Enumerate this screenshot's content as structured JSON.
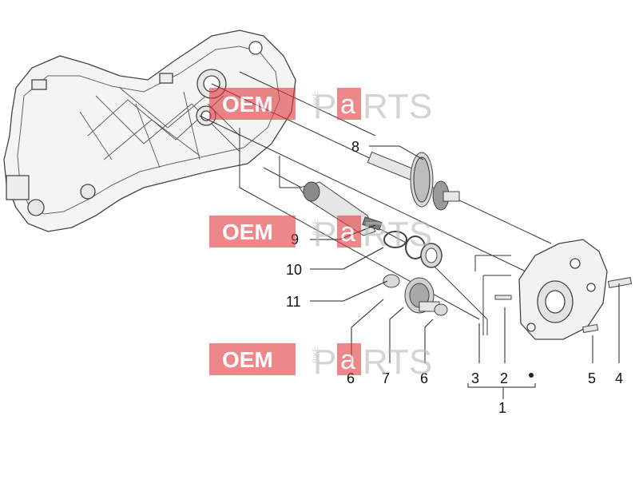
{
  "watermark": {
    "brand_left": "OEM",
    "brand_mid": "BIKE",
    "brand_p": "P",
    "brand_a": "a",
    "brand_rest": "RTS",
    "red": "#e03a3e",
    "gray": "#b8b8b8"
  },
  "callouts": {
    "c1": "1",
    "c2": "2",
    "c3": "3",
    "c4": "4",
    "c5": "5",
    "c6a": "6",
    "c6b": "6",
    "c7": "7",
    "c8": "8",
    "c9": "9",
    "c10": "10",
    "c11": "11"
  },
  "colors": {
    "line": "#333333",
    "part_stroke": "#444444",
    "part_fill": "#f2f2f2",
    "shade": "#9a9a9a"
  }
}
